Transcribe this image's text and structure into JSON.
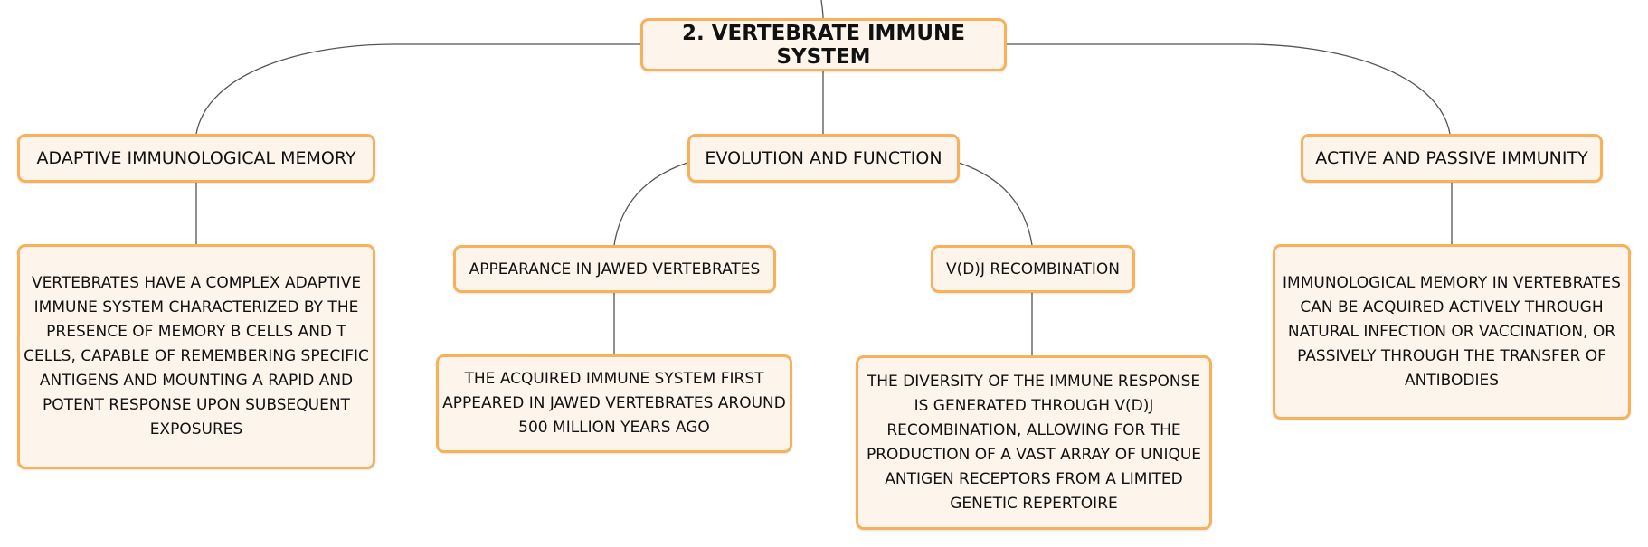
{
  "root": {
    "label": "2. VERTEBRATE IMMUNE SYSTEM"
  },
  "branches": {
    "memory": {
      "label": "ADAPTIVE IMMUNOLOGICAL MEMORY",
      "detail": "VERTEBRATES HAVE A COMPLEX ADAPTIVE IMMUNE SYSTEM CHARACTERIZED BY THE PRESENCE OF MEMORY B CELLS AND T CELLS, CAPABLE OF REMEMBERING SPECIFIC ANTIGENS AND MOUNTING A RAPID AND POTENT RESPONSE UPON SUBSEQUENT EXPOSURES"
    },
    "evolution": {
      "label": "EVOLUTION AND FUNCTION",
      "jawed": {
        "label": "APPEARANCE IN JAWED VERTEBRATES",
        "detail": "THE ACQUIRED IMMUNE SYSTEM FIRST APPEARED IN JAWED VERTEBRATES AROUND 500 MILLION YEARS AGO"
      },
      "vdj": {
        "label": "V(D)J RECOMBINATION",
        "detail": "THE DIVERSITY OF THE IMMUNE RESPONSE IS GENERATED THROUGH V(D)J RECOMBINATION, ALLOWING FOR THE PRODUCTION OF A VAST ARRAY OF UNIQUE ANTIGEN RECEPTORS FROM A LIMITED GENETIC REPERTOIRE"
      }
    },
    "immunity": {
      "label": "ACTIVE AND PASSIVE IMMUNITY",
      "detail": "IMMUNOLOGICAL MEMORY IN VERTEBRATES CAN BE ACQUIRED ACTIVELY THROUGH NATURAL INFECTION OR VACCINATION, OR PASSIVELY THROUGH THE TRANSFER OF ANTIBODIES"
    }
  },
  "colors": {
    "node_fill": "#fdf4ec",
    "node_border": "#f6b15a",
    "connector": "#555555"
  }
}
